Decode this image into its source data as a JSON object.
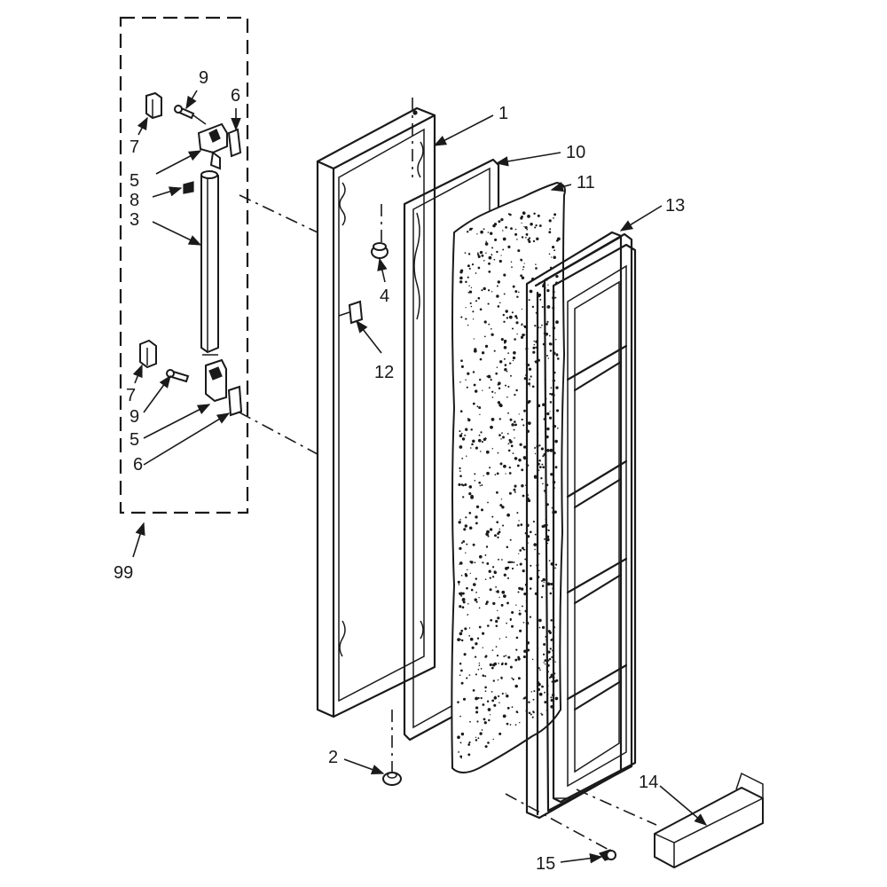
{
  "diagram": {
    "part_labels": {
      "p1": "1",
      "p2": "2",
      "p3": "3",
      "p4": "4",
      "p5a": "5",
      "p5b": "5",
      "p6a": "6",
      "p6b": "6",
      "p7a": "7",
      "p7b": "7",
      "p8": "8",
      "p9a": "9",
      "p9b": "9",
      "p10": "10",
      "p11": "11",
      "p12": "12",
      "p13": "13",
      "p14": "14",
      "p15": "15",
      "p99": "99"
    }
  }
}
